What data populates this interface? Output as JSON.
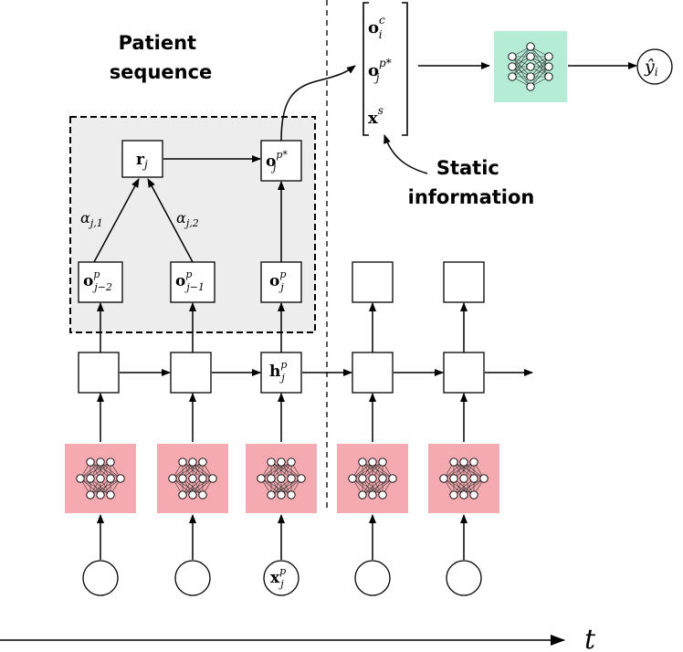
{
  "title": {
    "line1": "Patient",
    "line2": "sequence"
  },
  "static_label": {
    "line1": "Static",
    "line2": "information"
  },
  "attention": {
    "weight1": {
      "base": "α",
      "sub": "j,1"
    },
    "weight2": {
      "base": "α",
      "sub": "j,2"
    },
    "context": {
      "base": "r",
      "sub": "j"
    },
    "output_star": {
      "base": "o",
      "sup": "p*",
      "sub": "j"
    }
  },
  "sequence_outputs": [
    {
      "base": "o",
      "sup": "p",
      "sub": "j−2"
    },
    {
      "base": "o",
      "sup": "p",
      "sub": "j−1"
    },
    {
      "base": "o",
      "sup": "p",
      "sub": "j"
    }
  ],
  "hidden_state": {
    "base": "h",
    "sup": "p",
    "sub": "j"
  },
  "input": {
    "base": "x",
    "sup": "p",
    "sub": "j"
  },
  "concat_vector": [
    {
      "base": "o",
      "sup": "c",
      "sub": "i"
    },
    {
      "base": "o",
      "sup": "p*",
      "sub": "j"
    },
    {
      "base": "x",
      "sup": "s",
      "sub": ""
    }
  ],
  "prediction": {
    "base": "ŷ",
    "sub": "i"
  },
  "time_axis": {
    "label": "t"
  },
  "colors": {
    "attention_bg": "#ededed",
    "input_net": "#f4aab0",
    "output_net": "#b4ecd6",
    "stroke": "#000000"
  }
}
